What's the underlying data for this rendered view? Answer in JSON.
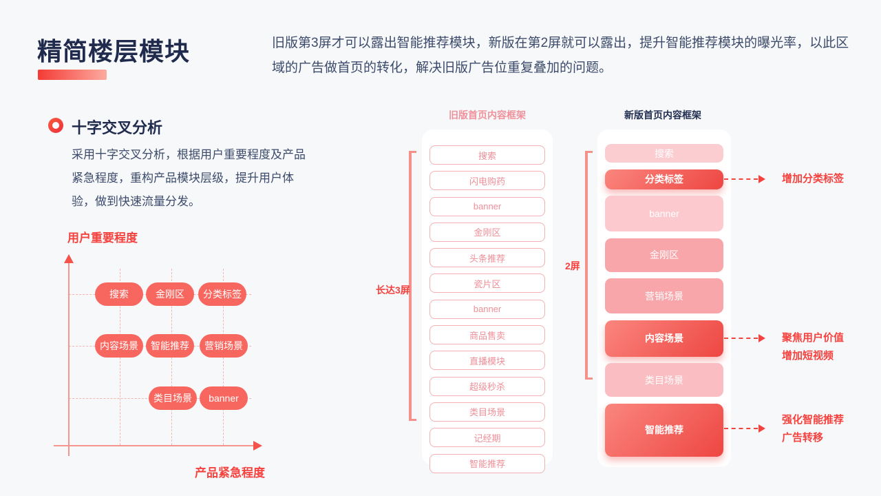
{
  "header": {
    "title": "精简楼层模块",
    "intro": "旧版第3屏才可以露出智能推荐模块，新版在第2屏就可以露出，提升智能推荐模块的曝光率，以此区域的广告做首页的转化，解决旧版广告位重复叠加的问题。"
  },
  "analysis": {
    "heading": "十字交叉分析",
    "description": "采用十字交叉分析，根据用户重要程度及产品紧急程度，重构产品模块层级，提升用户体验，做到快速流量分发。",
    "matrix": {
      "y_axis_label": "用户重要程度",
      "x_axis_label": "产品紧急程度",
      "rows": [
        {
          "pills": [
            "搜索",
            "金刚区",
            "分类标签"
          ]
        },
        {
          "pills": [
            "内容场景",
            "智能推荐",
            "营销场景"
          ]
        },
        {
          "pills": [
            "类目场景",
            "banner"
          ]
        }
      ]
    }
  },
  "old_frame": {
    "title": "旧版首页内容框架",
    "bracket_label": "长达3屏",
    "items": [
      "搜索",
      "闪电购药",
      "banner",
      "金刚区",
      "头条推荐",
      "瓷片区",
      "banner",
      "商品售卖",
      "直播模块",
      "超级秒杀",
      "类目场景",
      "记经期",
      "智能推荐"
    ]
  },
  "new_frame": {
    "title": "新版首页内容框架",
    "bracket_label": "2屏",
    "blocks": [
      {
        "label": "搜索",
        "tone": "light"
      },
      {
        "label": "分类标签",
        "tone": "strong"
      },
      {
        "label": "banner",
        "tone": "lighter"
      },
      {
        "label": "金刚区",
        "tone": "medium"
      },
      {
        "label": "营销场景",
        "tone": "medium"
      },
      {
        "label": "内容场景",
        "tone": "strong"
      },
      {
        "label": "类目场景",
        "tone": "light2"
      },
      {
        "label": "智能推荐",
        "tone": "strong"
      }
    ]
  },
  "annotations": [
    {
      "lines": [
        "增加分类标签"
      ]
    },
    {
      "lines": [
        "聚焦用户价值",
        "增加短视频"
      ]
    },
    {
      "lines": [
        "强化智能推荐",
        "广告转移"
      ]
    }
  ],
  "colors": {
    "accent_red": "#f4423e",
    "pill_red": "#f7675f",
    "navy": "#1f2a4c",
    "body_text": "#3c4b6b",
    "old_item_border": "#f3b0b3",
    "old_item_text": "#ee8f98",
    "old_header_pink": "#f0929c",
    "block_strong_gradient": [
      "#fa867e",
      "#ee4642"
    ],
    "block_light": "#fbcdd1",
    "block_medium": "#f8a6aa",
    "bracket": "#f5908a",
    "page_bg": "#f7f8fa"
  }
}
